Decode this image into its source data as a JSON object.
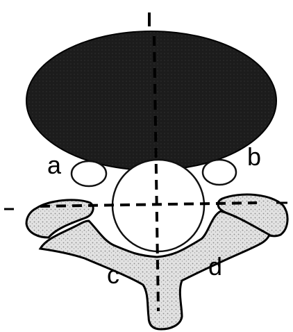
{
  "labels": {
    "a": "a",
    "b": "b",
    "c": "c",
    "d": "d"
  },
  "colors": {
    "vertebral_body": "#1c1c1c",
    "bone_stipple": "#dadada",
    "outline": "#000000",
    "background": "#ffffff"
  }
}
